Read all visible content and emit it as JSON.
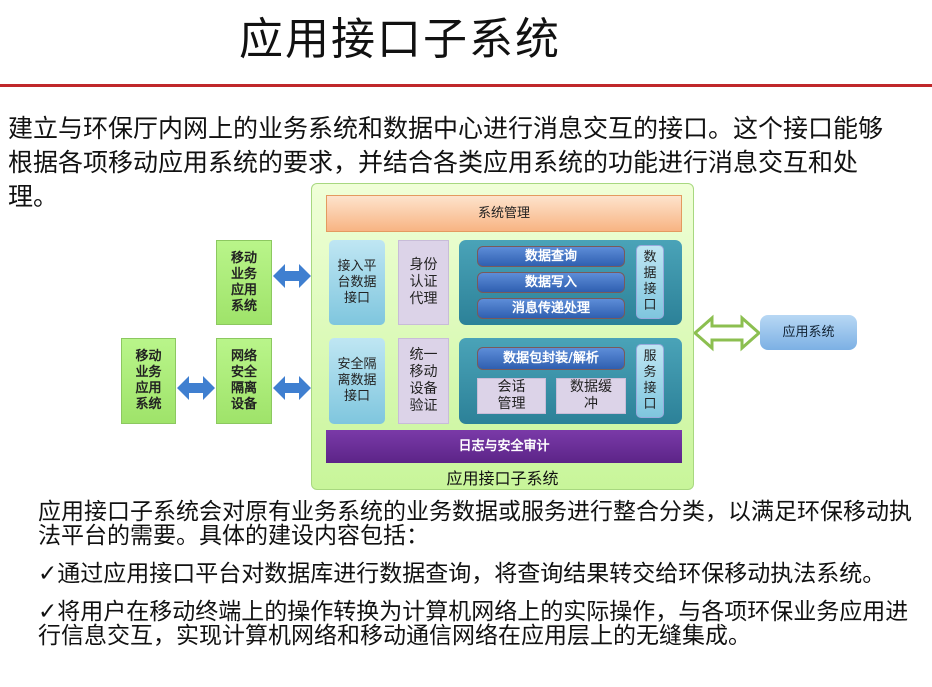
{
  "title": "应用接口子系统",
  "intro": "建立与环保厅内网上的业务系统和数据中心进行消息交互的接口。这个接口能够根据各项移动应用系统的要求，并结合各类应用系统的功能进行消息交互和处理。",
  "diagram": {
    "left_top": "移动业务应用系统",
    "left_mid": "网络安全隔离设备",
    "left_far": "移动业务应用系统",
    "sys_mgmt": "系统管理",
    "access_if": "接入平台数据接口",
    "auth_proxy": "身份认证代理",
    "data_query": "数据查询",
    "data_write": "数据写入",
    "msg_proc": "消息传递处理",
    "data_if": "数据接口",
    "secure_if": "安全隔离数据接口",
    "device_verify": "统一移动设备验证",
    "packet": "数据包封装/解析",
    "session": "会话管理",
    "buffer": "数据缓冲",
    "service_if": "服务接口",
    "audit": "日志与安全审计",
    "caption": "应用接口子系统",
    "app_system": "应用系统"
  },
  "bottom": {
    "p1": "应用接口子系统会对原有业务系统的业务数据或服务进行整合分类，以满足环保移动执法平台的需要。具体的建设内容包括：",
    "p2": "✓通过应用接口平台对数据库进行数据查询，将查询结果转交给环保移动执法系统。",
    "p3": "✓将用户在移动终端上的操作转换为计算机网络上的实际操作，与各项环保业务应用进行信息交互，实现计算机网络和移动通信网络在应用层上的无缝集成。"
  }
}
